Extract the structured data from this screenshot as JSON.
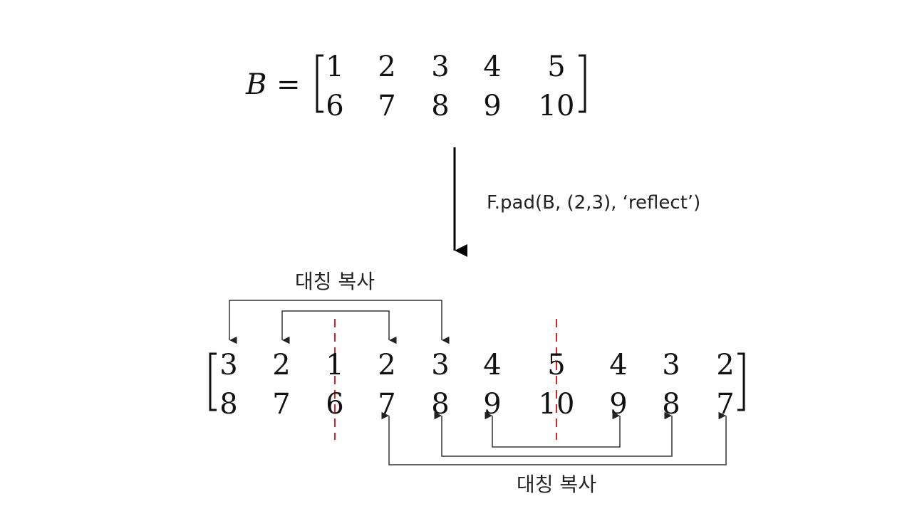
{
  "equation": {
    "variable": "B",
    "operator": "=",
    "matrix": [
      [
        "1",
        "2",
        "3",
        "4",
        "5"
      ],
      [
        "6",
        "7",
        "8",
        "9",
        "10"
      ]
    ]
  },
  "operation": {
    "label": "F.pad(B, (2,3), ‘reflect’)"
  },
  "result": {
    "matrix": [
      [
        "3",
        "2",
        "1",
        "2",
        "3",
        "4",
        "5",
        "4",
        "3",
        "2"
      ],
      [
        "8",
        "7",
        "6",
        "7",
        "8",
        "9",
        "10",
        "9",
        "8",
        "7"
      ]
    ]
  },
  "annotations": {
    "top_label": "대칭 복사",
    "bottom_label": "대칭 복사",
    "axis_color": "#e02020"
  }
}
